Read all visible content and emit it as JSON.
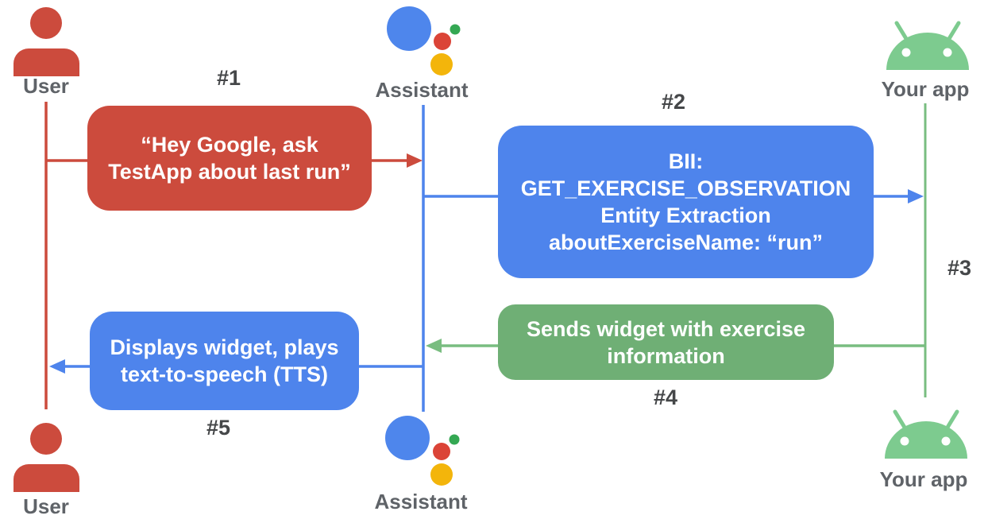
{
  "actors": {
    "user_top": "User",
    "assistant_top": "Assistant",
    "app_top": "Your app",
    "user_bottom": "User",
    "assistant_bottom": "Assistant",
    "app_bottom": "Your app"
  },
  "steps": {
    "s1": "#1",
    "s2": "#2",
    "s3": "#3",
    "s4": "#4",
    "s5": "#5"
  },
  "messages": {
    "m1": {
      "text": "“Hey Google, ask TestApp about last run”"
    },
    "m2": {
      "lines": [
        "BII:",
        "GET_EXERCISE_OBSERVATION",
        "Entity Extraction",
        "aboutExerciseName: “run”"
      ]
    },
    "m4": {
      "text": "Sends widget with exercise information"
    },
    "m5": {
      "text": "Displays widget, plays text-to-speech (TTS)"
    }
  },
  "colors": {
    "c-red": "#CC4B3D",
    "c-blue": "#4E84EC",
    "c-green-box": "#6FAF75",
    "c-green-line": "#79BD80",
    "c-android": "#7DCB8F",
    "c-assist-blue": "#4E86EC",
    "c-assist-red": "#DB4437",
    "c-assist-yellow": "#F3B50B",
    "c-assist-green": "#34A853",
    "c-label": "#5F6368",
    "c-step": "#454749",
    "c-msg-text": "#FFFFFF"
  }
}
